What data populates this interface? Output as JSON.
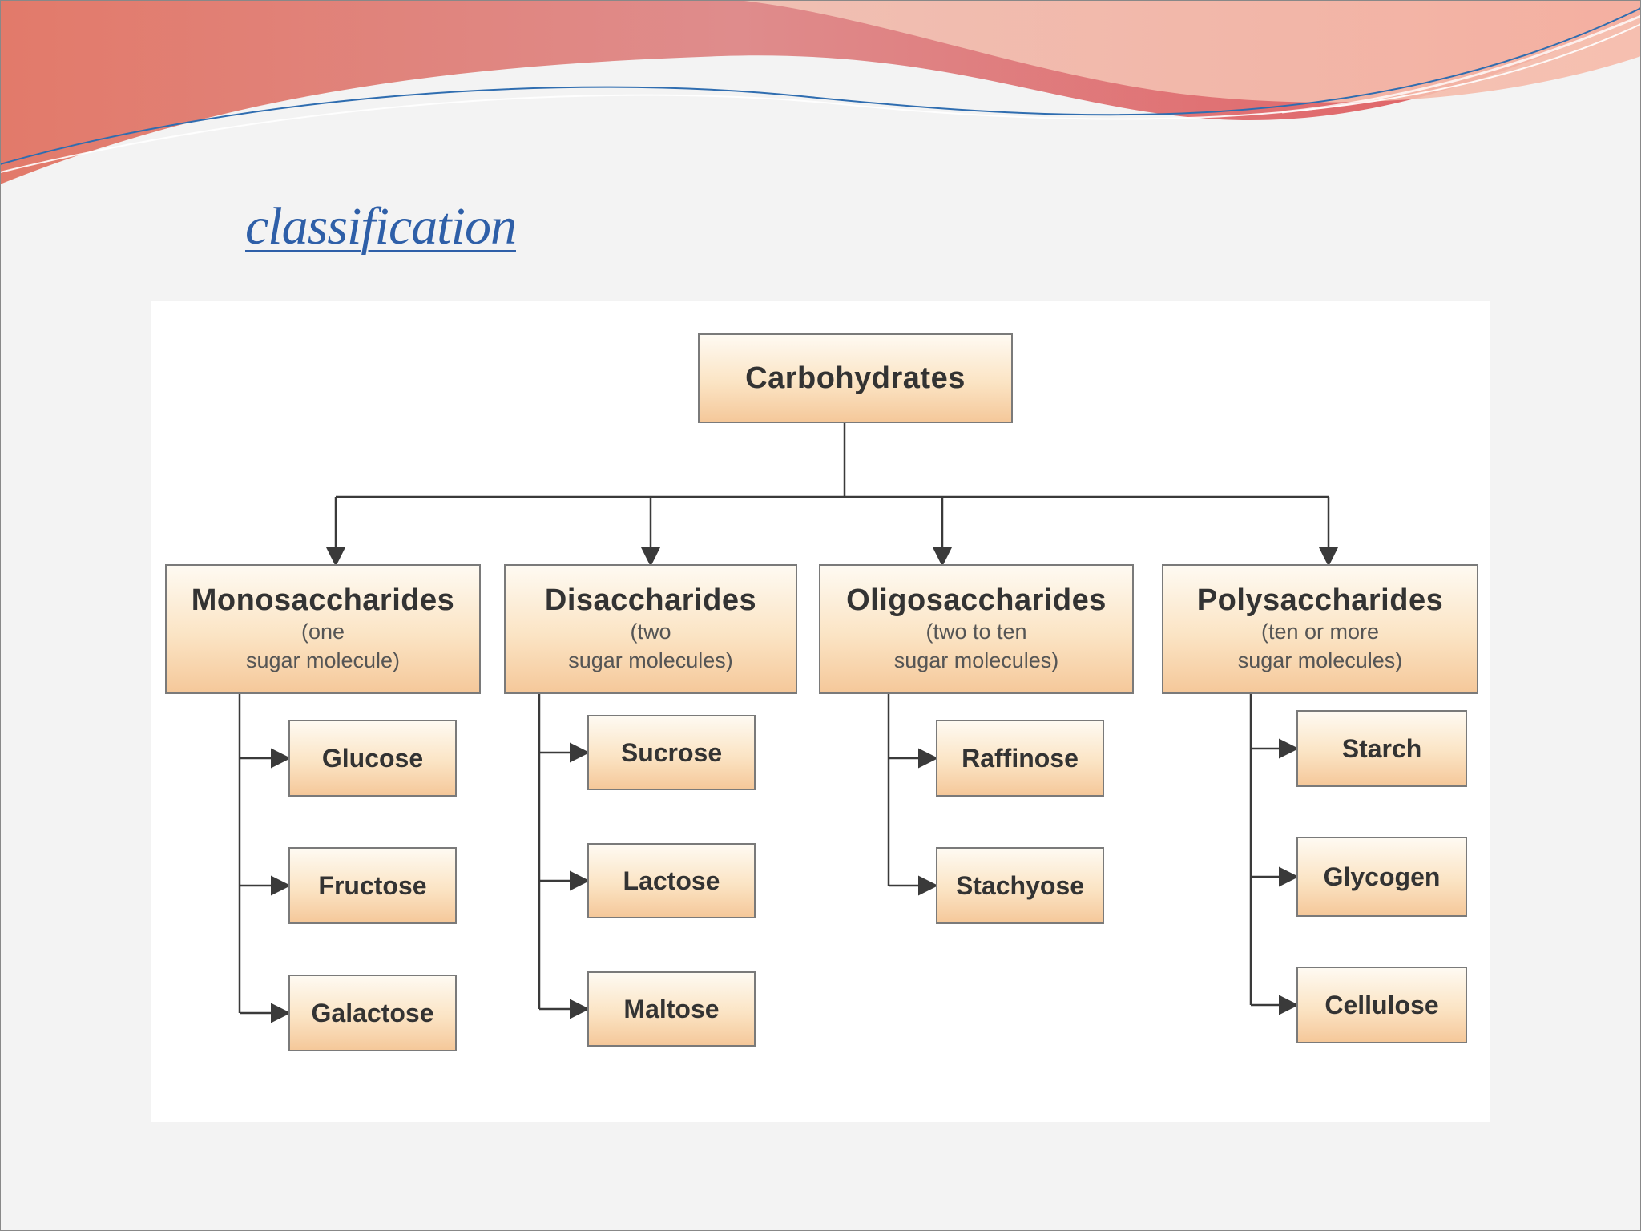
{
  "slide": {
    "title": "classification"
  },
  "diagram": {
    "root": "Carbohydrates",
    "categories": [
      {
        "name": "Monosaccharides",
        "sub1": "(one",
        "sub2": "sugar molecule)",
        "items": [
          "Glucose",
          "Fructose",
          "Galactose"
        ]
      },
      {
        "name": "Disaccharides",
        "sub1": "(two",
        "sub2": "sugar molecules)",
        "items": [
          "Sucrose",
          "Lactose",
          "Maltose"
        ]
      },
      {
        "name": "Oligosaccharides",
        "sub1": "(two to ten",
        "sub2": "sugar molecules)",
        "items": [
          "Raffinose",
          "Stachyose"
        ]
      },
      {
        "name": "Polysaccharides",
        "sub1": "(ten or more",
        "sub2": "sugar molecules)",
        "items": [
          "Starch",
          "Glycogen",
          "Cellulose"
        ]
      }
    ]
  },
  "colors": {
    "title": "#2e5fa8",
    "node_fill_top": "#fefaf2",
    "node_fill_bottom": "#f5c89a",
    "node_border": "#7a7a7a",
    "connector": "#3a3a3a"
  }
}
